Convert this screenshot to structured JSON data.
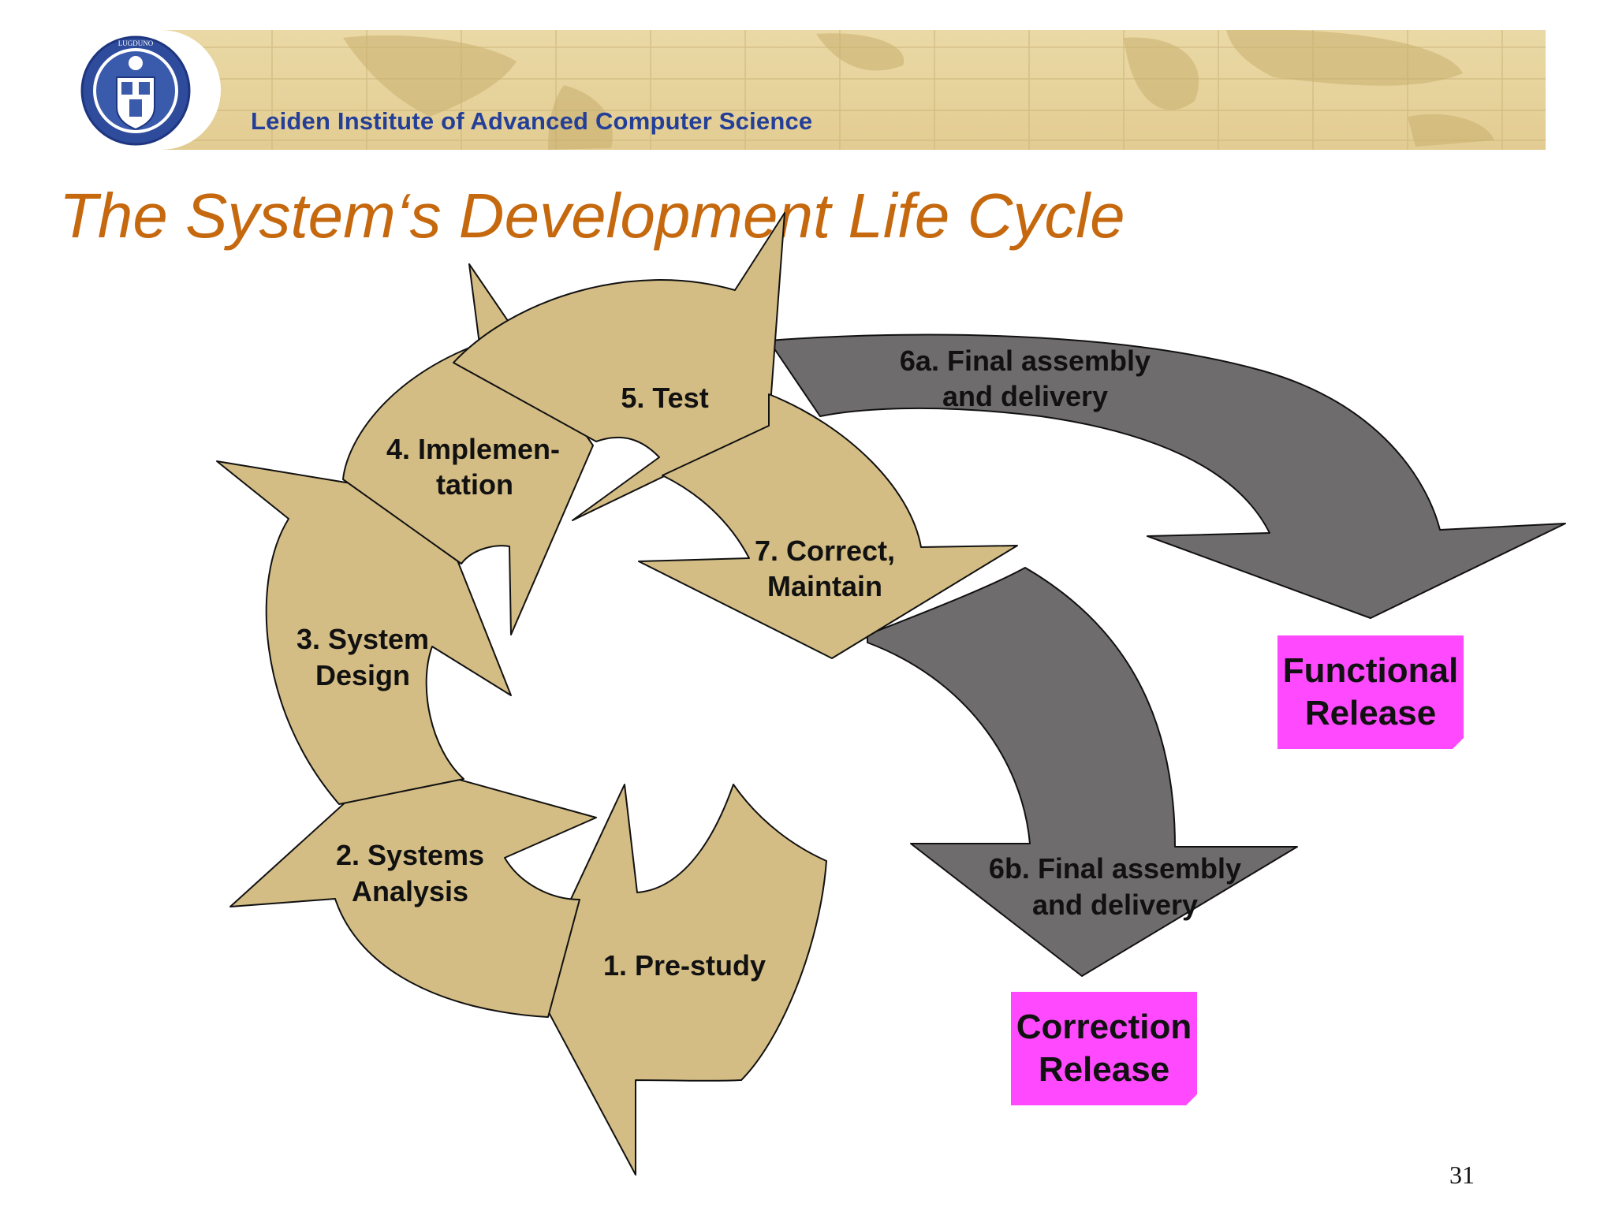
{
  "header": {
    "institute": "Leiden Institute of Advanced Computer Science",
    "seal_icon": "university-seal-icon",
    "banner_background": "world-map-grid"
  },
  "slide": {
    "title": "The System‘s Development Life Cycle",
    "page_number": "31"
  },
  "diagram": {
    "colors": {
      "cycle_arrow": "#d4bd84",
      "delivery_arrow": "#6f6c6e",
      "release_box": "#ff49ff",
      "title": "#c5680e",
      "institute_text": "#243f98"
    },
    "cycle_steps": [
      {
        "line1": "1. Pre-study",
        "line2": ""
      },
      {
        "line1": "2. Systems",
        "line2": "Analysis"
      },
      {
        "line1": "3. System",
        "line2": "Design"
      },
      {
        "line1": "4. Implemen-",
        "line2": "tation"
      },
      {
        "line1": "5. Test",
        "line2": ""
      },
      {
        "line1": "7. Correct,",
        "line2": "Maintain"
      }
    ],
    "delivery_arrows": [
      {
        "line1": "6a. Final assembly",
        "line2": "and delivery"
      },
      {
        "line1": "6b. Final assembly",
        "line2": "and delivery"
      }
    ],
    "releases": [
      {
        "line1": "Functional",
        "line2": "Release"
      },
      {
        "line1": "Correction",
        "line2": "Release"
      }
    ]
  }
}
